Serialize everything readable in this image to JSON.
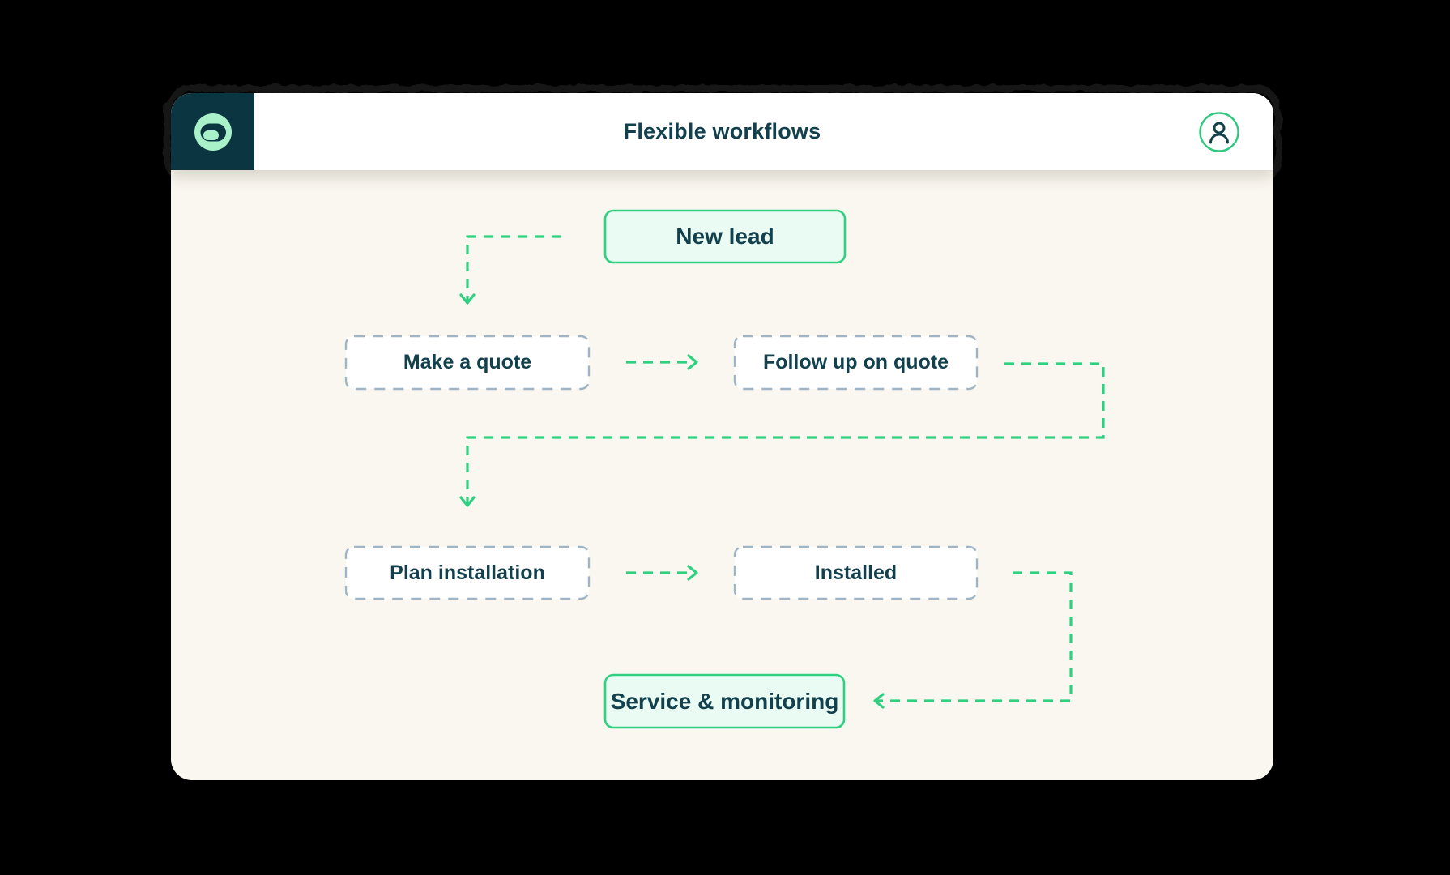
{
  "header": {
    "title": "Flexible workflows",
    "logo_icon": "pill-logo-icon",
    "avatar_icon": "user-avatar-icon"
  },
  "workflow": {
    "nodes": [
      {
        "id": "new-lead",
        "label": "New lead",
        "style": "highlighted"
      },
      {
        "id": "make-a-quote",
        "label": "Make a quote",
        "style": "dashed"
      },
      {
        "id": "follow-up-on-quote",
        "label": "Follow up on quote",
        "style": "dashed"
      },
      {
        "id": "plan-installation",
        "label": "Plan installation",
        "style": "dashed"
      },
      {
        "id": "installed",
        "label": "Installed",
        "style": "dashed"
      },
      {
        "id": "service-and-monitoring",
        "label": "Service & monitoring",
        "style": "highlighted"
      }
    ],
    "edges": [
      {
        "from": "new-lead",
        "to": "make-a-quote"
      },
      {
        "from": "make-a-quote",
        "to": "follow-up-on-quote"
      },
      {
        "from": "follow-up-on-quote",
        "to": "plan-installation"
      },
      {
        "from": "plan-installation",
        "to": "installed"
      },
      {
        "from": "installed",
        "to": "service-and-monitoring"
      }
    ]
  },
  "colors": {
    "accent_green": "#2FD181",
    "mint_fill": "#E9FBF2",
    "logo_mint": "#A9F2C9",
    "dark_teal": "#0B3540",
    "text_teal": "#12404C",
    "dashed_border": "#9FB4C4",
    "card_body": "#FAF7F0",
    "header_bg": "#FFFFFF",
    "page_bg": "#000000"
  }
}
